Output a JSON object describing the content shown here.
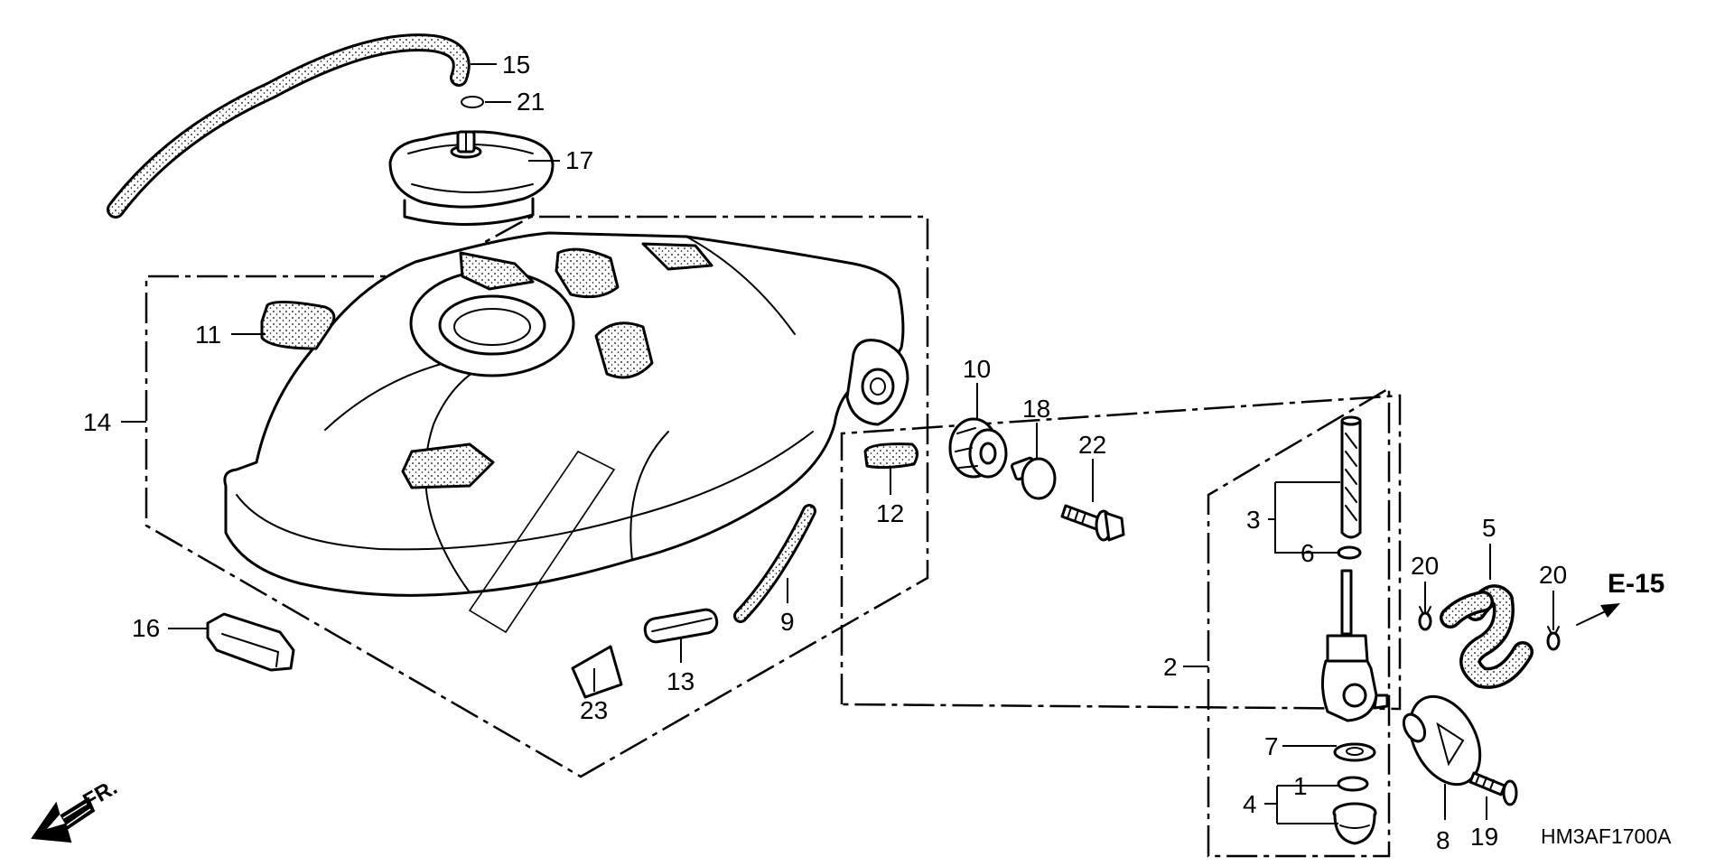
{
  "diagram": {
    "code": "HM3AF1700A",
    "reference": "E-15",
    "front_marker": "FR.",
    "callouts": {
      "c1": "1",
      "c2": "2",
      "c3": "3",
      "c4": "4",
      "c5": "5",
      "c6": "6",
      "c7": "7",
      "c8": "8",
      "c9": "9",
      "c10": "10",
      "c11": "11",
      "c12": "12",
      "c13": "13",
      "c14": "14",
      "c15": "15",
      "c16": "16",
      "c17": "17",
      "c18": "18",
      "c19": "19",
      "c20a": "20",
      "c20b": "20",
      "c21": "21",
      "c22": "22",
      "c23": "23"
    }
  }
}
